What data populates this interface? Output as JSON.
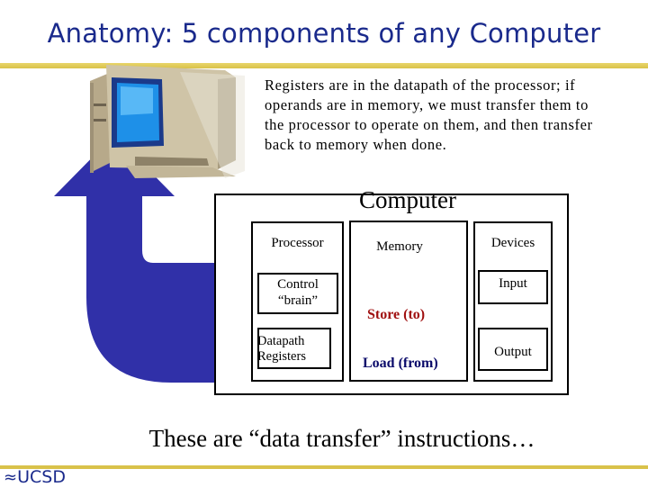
{
  "slide": {
    "title": "Anatomy: 5 components of any Computer",
    "note": "Registers are in the datapath of the processor; if operands are in memory, we must transfer them to the processor to operate on them, and then transfer back to memory when done.",
    "caption": "These are “data transfer” instructions…",
    "footer_logo": "UCSD"
  },
  "diagram": {
    "computer_label": "Computer",
    "processor": {
      "label": "Processor",
      "control_label": "Control\n“brain”",
      "datapath_label": "Datapath\nRegisters"
    },
    "memory_label": "Memory",
    "devices": {
      "label": "Devices",
      "input_label": "Input",
      "output_label": "Output"
    },
    "store_label": "Store (to)",
    "load_label": "Load (from)"
  },
  "colors": {
    "title": "#1a2a8c",
    "accent_rule": "#d9c24a",
    "big_arrow": "#3030a8",
    "store_arrow": "#d02020",
    "load_arrow": "#2040c0"
  },
  "icons": [
    "computer-clipart-icon",
    "return-arrow-icon",
    "ucsd-logo-icon"
  ]
}
